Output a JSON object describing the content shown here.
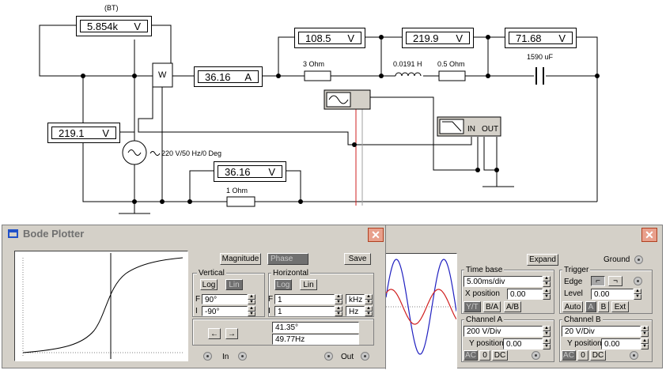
{
  "schematic": {
    "meters": [
      {
        "id": "bt-voltmeter",
        "value": "5.854k",
        "unit": "V"
      },
      {
        "id": "wattmeter-ammeter",
        "value": "36.16",
        "unit": "A"
      },
      {
        "id": "resistor-voltmeter",
        "value": "108.5",
        "unit": "V"
      },
      {
        "id": "inductor-voltmeter",
        "value": "219.9",
        "unit": "V"
      },
      {
        "id": "capacitor-voltmeter",
        "value": "71.68",
        "unit": "V"
      },
      {
        "id": "source-voltmeter",
        "value": "219.1",
        "unit": "V"
      },
      {
        "id": "shunt-voltmeter",
        "value": "36.16",
        "unit": "V"
      }
    ],
    "labels": {
      "bt": "(BT)",
      "wattmeter": "W",
      "r3": "3  Ohm",
      "inductor": "0.0191 H",
      "r05": "0.5  Ohm",
      "capacitor": "1590 uF",
      "source": "220 V/50 Hz/0 Deg",
      "r1": "1  Ohm",
      "bode_in": "IN",
      "bode_out": "OUT"
    }
  },
  "bode": {
    "title": "Bode Plotter",
    "close": "✕",
    "magnitude": "Magnitude",
    "phase": "Phase",
    "save": "Save",
    "vertical": {
      "title": "Vertical",
      "log": "Log",
      "lin": "Lin",
      "f_label": "F",
      "f_value": "90°",
      "i_label": "I",
      "i_value": "-90°"
    },
    "horizontal": {
      "title": "Horizontal",
      "log": "Log",
      "lin": "Lin",
      "f_label": "F",
      "f_value": "1",
      "f_unit": "kHz",
      "i_label": "I",
      "i_value": "1",
      "i_unit": "Hz"
    },
    "left_arrow": "←",
    "right_arrow": "→",
    "readout_phase": "41.35°",
    "readout_freq": "49.77Hz",
    "in_label": "In",
    "out_label": "Out"
  },
  "oscilloscope": {
    "close": "✕",
    "expand": "Expand",
    "ground": "Ground",
    "timebase": {
      "title": "Time base",
      "value": "5.00ms/div",
      "xpos_label": "X position",
      "xpos_value": "0.00",
      "yt": "Y/T",
      "ba": "B/A",
      "ab": "A/B"
    },
    "trigger": {
      "title": "Trigger",
      "edge_label": "Edge",
      "level_label": "Level",
      "level_value": "0.00",
      "auto": "Auto",
      "a": "A",
      "b": "B",
      "ext": "Ext"
    },
    "channel_a": {
      "title": "Channel A",
      "value": "200  V/Div",
      "ypos_label": "Y position",
      "ypos_value": "0.00",
      "ac": "AC",
      "zero": "0",
      "dc": "DC"
    },
    "channel_b": {
      "title": "Channel B",
      "value": "20  V/Div",
      "ypos_label": "Y position",
      "ypos_value": "0.00",
      "ac": "AC",
      "zero": "0",
      "dc": "DC"
    },
    "colors": {
      "channel_a": "#d02020",
      "channel_b": "#2020c0"
    }
  }
}
